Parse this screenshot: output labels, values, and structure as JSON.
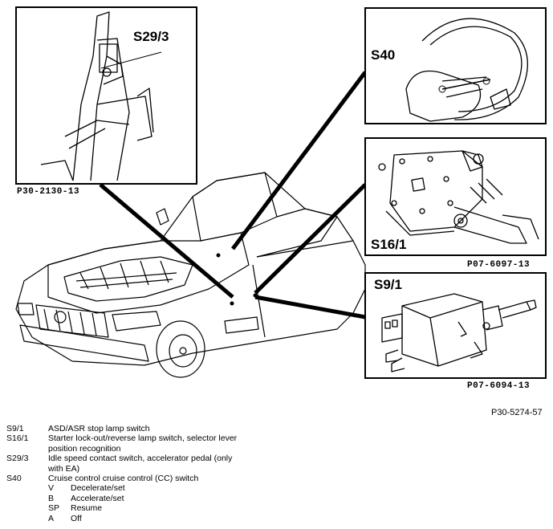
{
  "figure_ref": "P30-5274-57",
  "callouts": {
    "s29_3": "S29/3",
    "s40": "S40",
    "s16_1": "S16/1",
    "s9_1": "S9/1"
  },
  "part_numbers": {
    "p1": "P30-2130-13",
    "p2": "P07-6097-13",
    "p3": "P07-6094-13"
  },
  "legend": [
    {
      "code": "S9/1",
      "desc": "ASD/ASR stop lamp switch"
    },
    {
      "code": "S16/1",
      "desc": "Starter lock-out/reverse lamp switch, selector lever position recognition"
    },
    {
      "code": "S29/3",
      "desc": "Idle speed contact switch, accelerator pedal (only with EA)"
    },
    {
      "code": "S40",
      "desc": "Cruise control cruise control (CC) switch",
      "sub": [
        {
          "k": "V",
          "v": "Decelerate/set"
        },
        {
          "k": "B",
          "v": "Accelerate/set"
        },
        {
          "k": "SP",
          "v": "Resume"
        },
        {
          "k": "A",
          "v": "Off"
        }
      ]
    }
  ]
}
